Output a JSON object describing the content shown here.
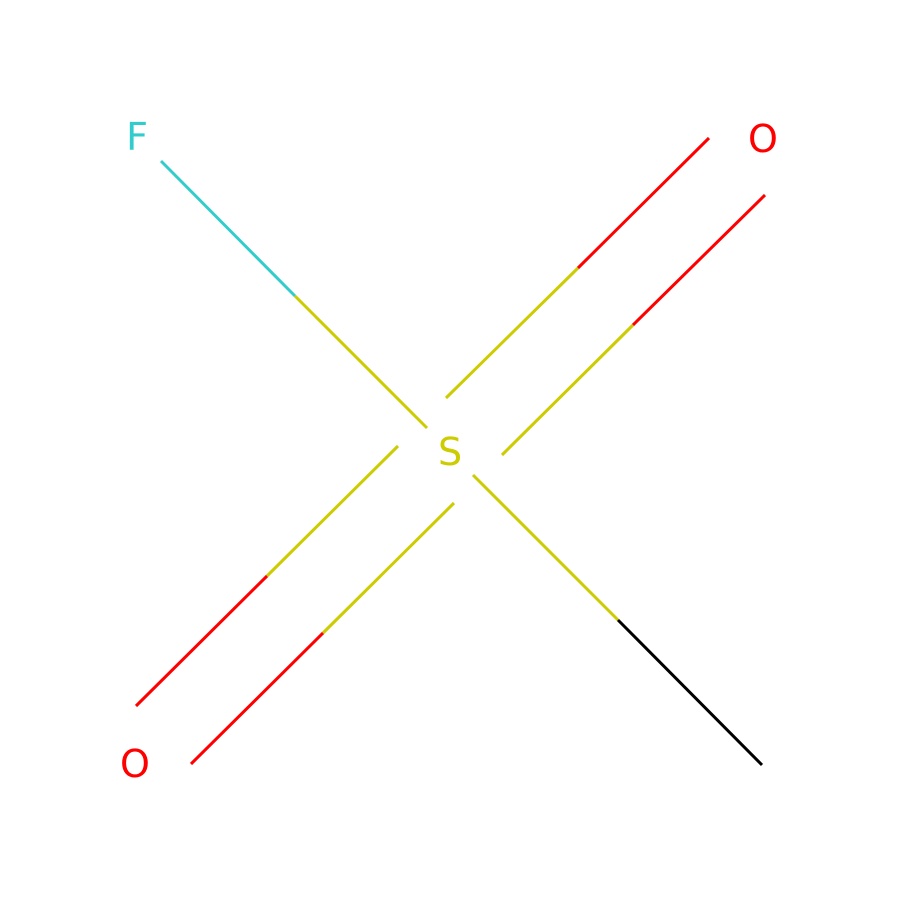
{
  "molecule": {
    "atoms": {
      "sulfur": {
        "symbol": "S",
        "color": "#cccc00"
      },
      "fluorine": {
        "symbol": "F",
        "color": "#33cccc"
      },
      "oxygen_top": {
        "symbol": "O",
        "color": "#ff0000"
      },
      "oxygen_bottom": {
        "symbol": "O",
        "color": "#ff0000"
      },
      "methyl_carbon": {
        "symbol": "",
        "color": "#000000"
      }
    },
    "bonds": [
      {
        "name": "s-f-bond",
        "from": "sulfur",
        "to": "fluorine",
        "order": 1
      },
      {
        "name": "s-o-top-bond",
        "from": "sulfur",
        "to": "oxygen_top",
        "order": 2
      },
      {
        "name": "s-o-bottom-bond",
        "from": "sulfur",
        "to": "oxygen_bottom",
        "order": 2
      },
      {
        "name": "s-c-bond",
        "from": "sulfur",
        "to": "methyl_carbon",
        "order": 1
      }
    ]
  }
}
